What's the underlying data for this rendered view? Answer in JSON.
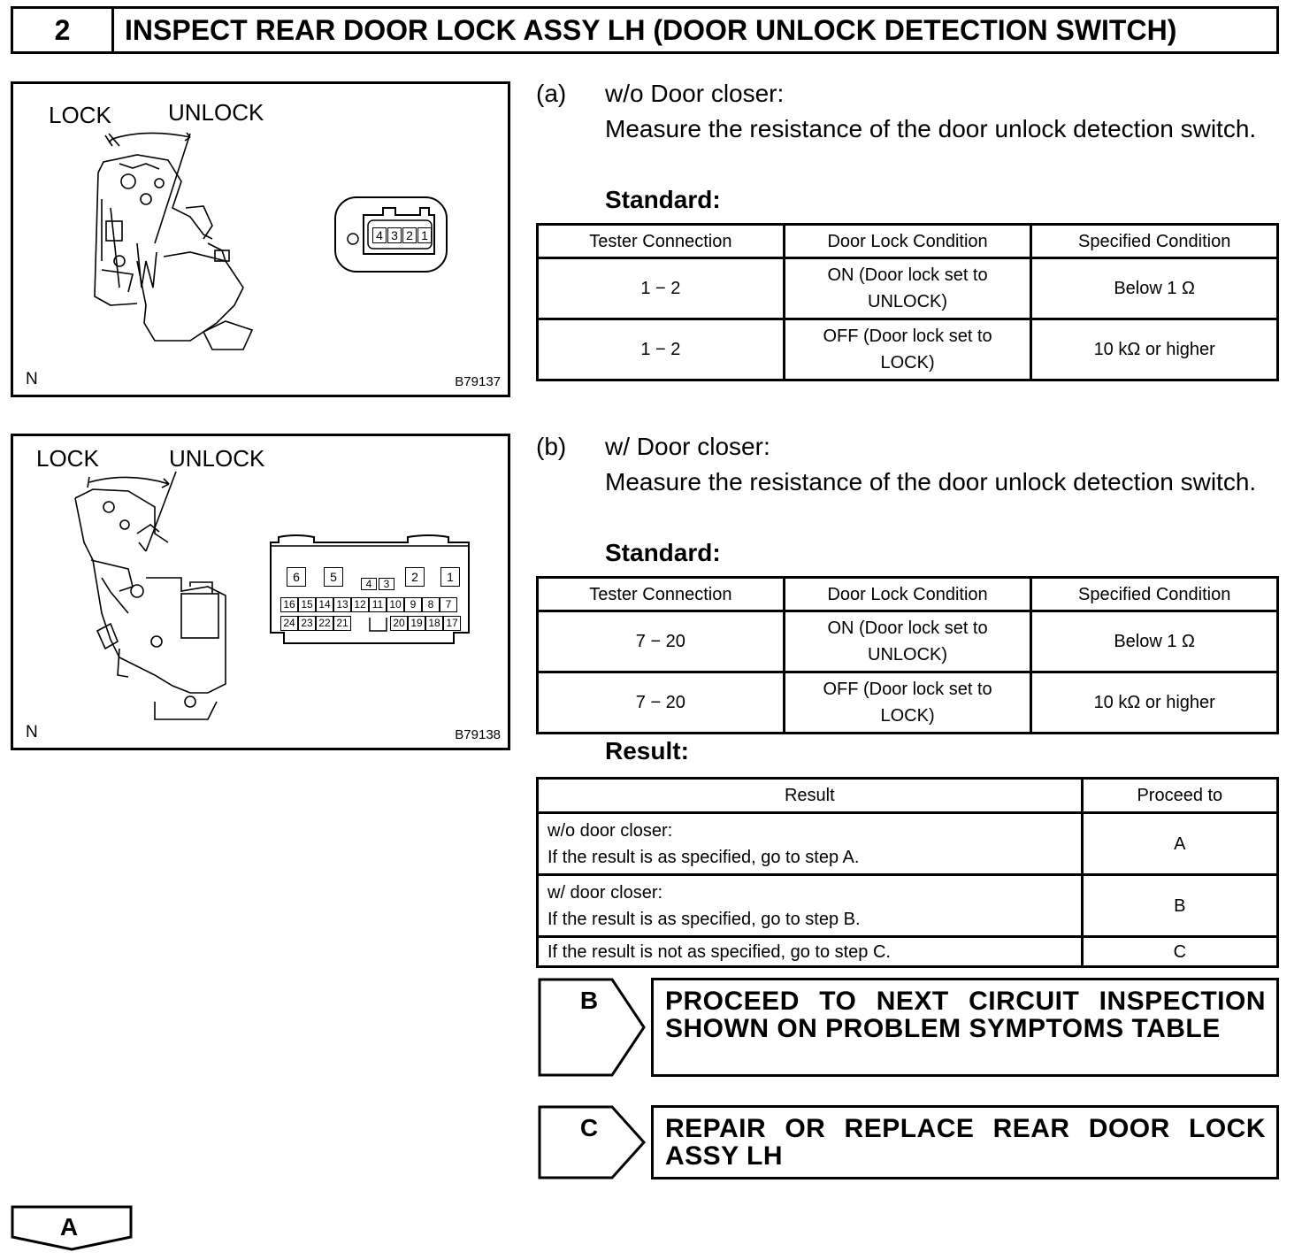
{
  "header": {
    "number": "2",
    "title": "INSPECT REAR DOOR LOCK ASSY LH (DOOR UNLOCK DETECTION SWITCH)"
  },
  "figure1": {
    "lock_label": "LOCK",
    "unlock_label": "UNLOCK",
    "connector_pins": [
      "4",
      "3",
      "2",
      "1"
    ],
    "n_label": "N",
    "code": "B79137"
  },
  "figure2": {
    "lock_label": "LOCK",
    "unlock_label": "UNLOCK",
    "top_pins": [
      "6",
      "5",
      "4",
      "3",
      "2",
      "1"
    ],
    "middle_pins": [
      "16",
      "15",
      "14",
      "13",
      "12",
      "11",
      "10",
      "9",
      "8",
      "7"
    ],
    "bottom_pins": [
      "24",
      "23",
      "22",
      "21",
      "20",
      "19",
      "18",
      "17"
    ],
    "n_label": "N",
    "code": "B79138"
  },
  "step_a": {
    "letter": "(a)",
    "line1": "w/o Door closer:",
    "text": "Measure the resistance of the door unlock detection switch.",
    "standard_label": "Standard:",
    "table": {
      "headers": [
        "Tester Connection",
        "Door Lock Condition",
        "Specified Condition"
      ],
      "rows": [
        [
          "1 − 2",
          "ON (Door lock set to UNLOCK)",
          "Below 1 Ω"
        ],
        [
          "1 − 2",
          "OFF (Door lock set to LOCK)",
          "10 kΩ or higher"
        ]
      ]
    }
  },
  "step_b": {
    "letter": "(b)",
    "line1": "w/ Door closer:",
    "text": "Measure the resistance of the door unlock detection switch.",
    "standard_label": "Standard:",
    "table": {
      "headers": [
        "Tester Connection",
        "Door Lock Condition",
        "Specified Condition"
      ],
      "rows": [
        [
          "7 − 20",
          "ON (Door lock set to UNLOCK)",
          "Below 1 Ω"
        ],
        [
          "7 − 20",
          "OFF (Door lock set to LOCK)",
          "10 kΩ or higher"
        ]
      ]
    }
  },
  "result": {
    "title": "Result:",
    "headers": [
      "Result",
      "Proceed to"
    ],
    "rows": [
      {
        "line1": "w/o door closer:",
        "line2": "If the result is as specified, go to step A.",
        "proceed": "A"
      },
      {
        "line1": "w/ door closer:",
        "line2": "If the result is as specified, go to step B.",
        "proceed": "B"
      },
      {
        "line1": "If the result is not as specified, go to step C.",
        "line2": "",
        "proceed": "C"
      }
    ]
  },
  "proceed_b": {
    "letter": "B",
    "text": "PROCEED TO NEXT CIRCUIT INSPECTION SHOWN ON PROBLEM SYMPTOMS TABLE"
  },
  "proceed_c": {
    "letter": "C",
    "text": "REPAIR OR REPLACE REAR DOOR LOCK ASSY LH"
  },
  "proceed_a": {
    "letter": "A"
  }
}
